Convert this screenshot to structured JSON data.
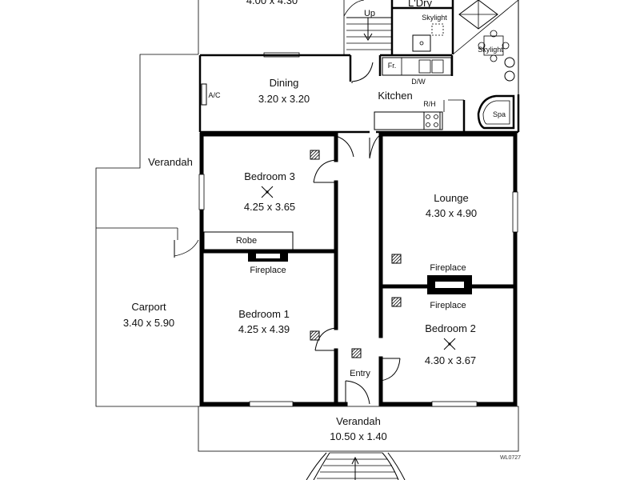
{
  "rooms": {
    "top_partial": "4.00 x 4.30",
    "ldry": "L'Dry",
    "up": "Up",
    "skylight_1": "Skylight",
    "skylight_2": "Skylight",
    "fr": "Fr.",
    "dw": "D/W",
    "dining_name": "Dining",
    "dining_size": "3.20 x 3.20",
    "ac": "A/C",
    "kitchen": "Kitchen",
    "rh": "R/H",
    "spa": "Spa",
    "verandah_side": "Verandah",
    "bedroom3_name": "Bedroom 3",
    "bedroom3_size": "4.25 x 3.65",
    "robe": "Robe",
    "fireplace_b1": "Fireplace",
    "lounge_name": "Lounge",
    "lounge_size": "4.30 x 4.90",
    "fireplace_lounge": "Fireplace",
    "fireplace_b2": "Fireplace",
    "carport_name": "Carport",
    "carport_size": "3.40 x 5.90",
    "bedroom1_name": "Bedroom 1",
    "bedroom1_size": "4.25 x 4.39",
    "bedroom2_name": "Bedroom 2",
    "bedroom2_size": "4.30 x 3.67",
    "entry": "Entry",
    "verandah_front_name": "Verandah",
    "verandah_front_size": "10.50 x 1.40",
    "ref_code": "WL0727"
  }
}
